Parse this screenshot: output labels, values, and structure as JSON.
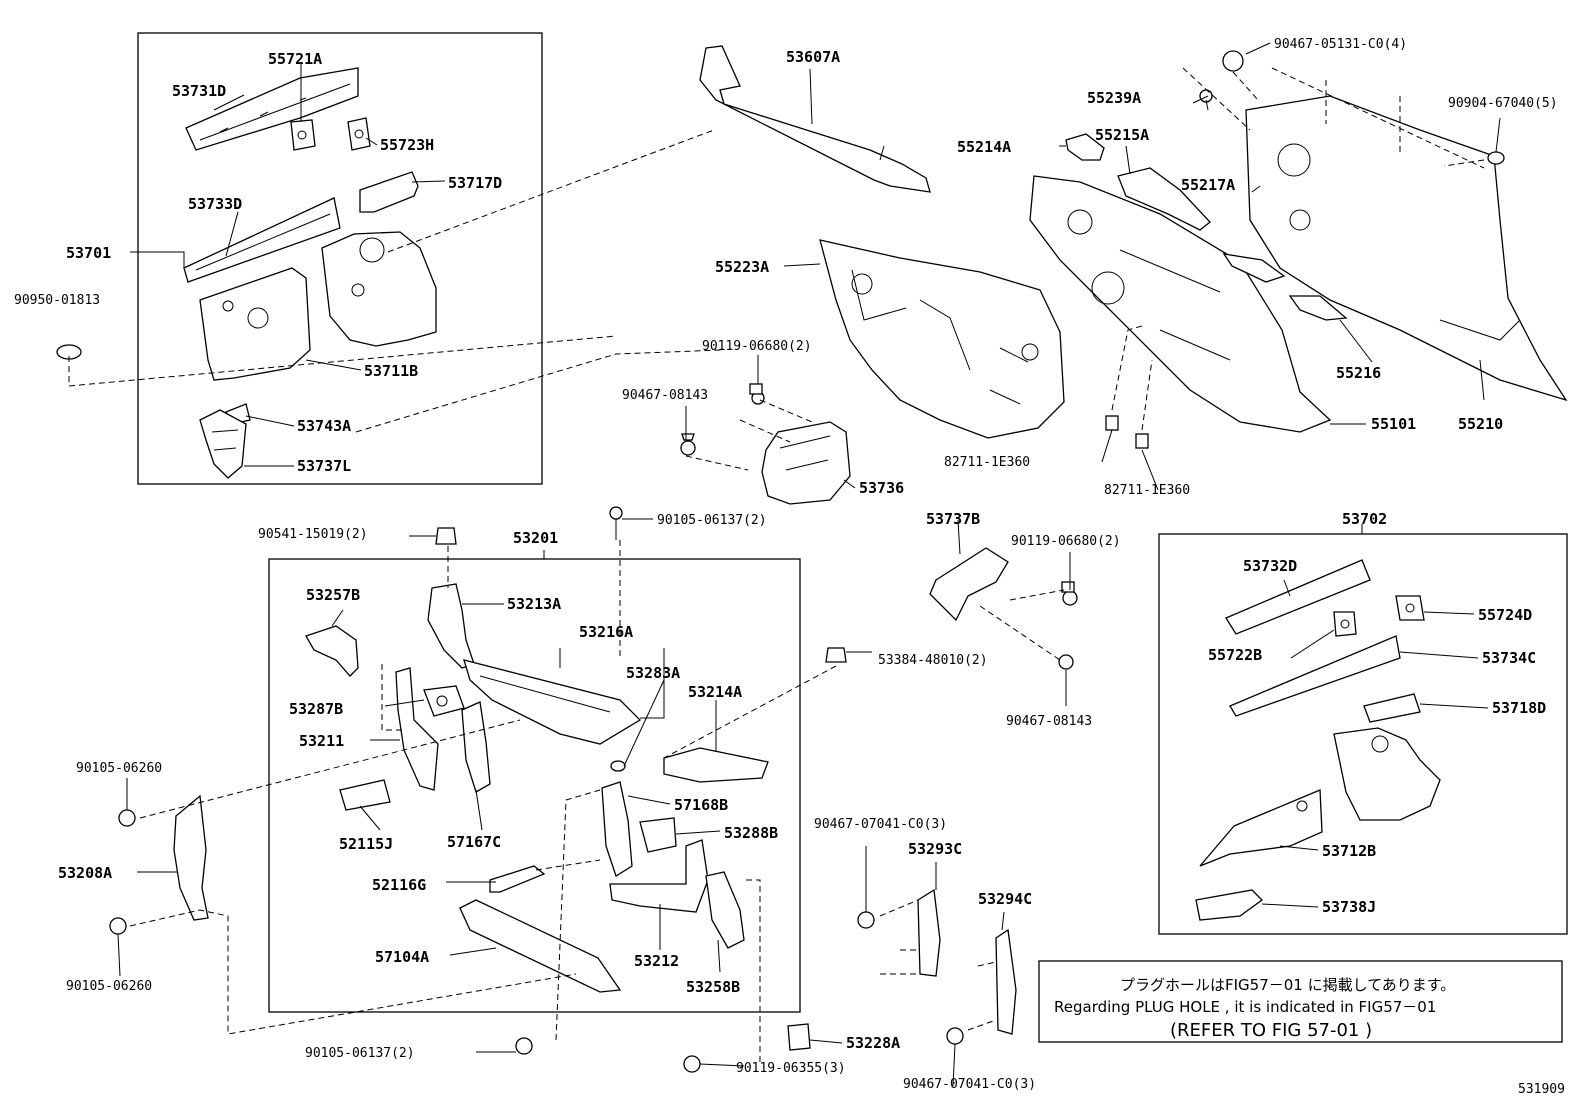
{
  "labels": {
    "p53731D": "53731D",
    "p55721A": "55721A",
    "p55723H": "55723H",
    "p53717D": "53717D",
    "p53733D": "53733D",
    "p53701": "53701",
    "p90950": "90950-01813",
    "p53711B": "53711B",
    "p53743A": "53743A",
    "p53737L": "53737L",
    "p53607A": "53607A",
    "p55223A": "55223A",
    "p90119a": "90119-06680(2)",
    "p90467a": "90467-08143",
    "p53736": "53736",
    "p90467t": "90467-05131-C0(4)",
    "p55239A": "55239A",
    "p90904": "90904-67040(5)",
    "p55214A": "55214A",
    "p55215A": "55215A",
    "p55217A": "55217A",
    "p55216": "55216",
    "p55101": "55101",
    "p55210": "55210",
    "p82711a": "82711-1E360",
    "p82711b": "82711-1E360",
    "p90541": "90541-15019(2)",
    "p53201": "53201",
    "p90105a": "90105-06137(2)",
    "p53257B": "53257B",
    "p53213A": "53213A",
    "p53216A": "53216A",
    "p53283A": "53283A",
    "p53384": "53384-48010(2)",
    "p53214A": "53214A",
    "p53287B": "53287B",
    "p53211": "53211",
    "p57168B": "57168B",
    "p53288B": "53288B",
    "p52115J": "52115J",
    "p57167C": "57167C",
    "p52116G": "52116G",
    "p57104A": "57104A",
    "p53212": "53212",
    "p53258B": "53258B",
    "p90105b": "90105-06260",
    "p53208A": "53208A",
    "p90105c": "90105-06260",
    "p90105d": "90105-06137(2)",
    "p53737B": "53737B",
    "p90119b": "90119-06680(2)",
    "p90467b": "90467-08143",
    "p90467c": "90467-07041-C0(3)",
    "p53293C": "53293C",
    "p53294C": "53294C",
    "p90467d": "90467-07041-C0(3)",
    "p53228A": "53228A",
    "p90119c": "90119-06355(3)",
    "p53702": "53702",
    "p53732D": "53732D",
    "p55724D": "55724D",
    "p55722B": "55722B",
    "p53734C": "53734C",
    "p53718D": "53718D",
    "p53712B": "53712B",
    "p53738J": "53738J"
  },
  "note": {
    "line1": "プラグホールはFIG57－01 に掲載してあります。",
    "line2": "Regarding  PLUG HOLE , it is indicated in FIG57－01",
    "line3": "(REFER TO FIG 57-01 )"
  },
  "figure_number": "531909"
}
